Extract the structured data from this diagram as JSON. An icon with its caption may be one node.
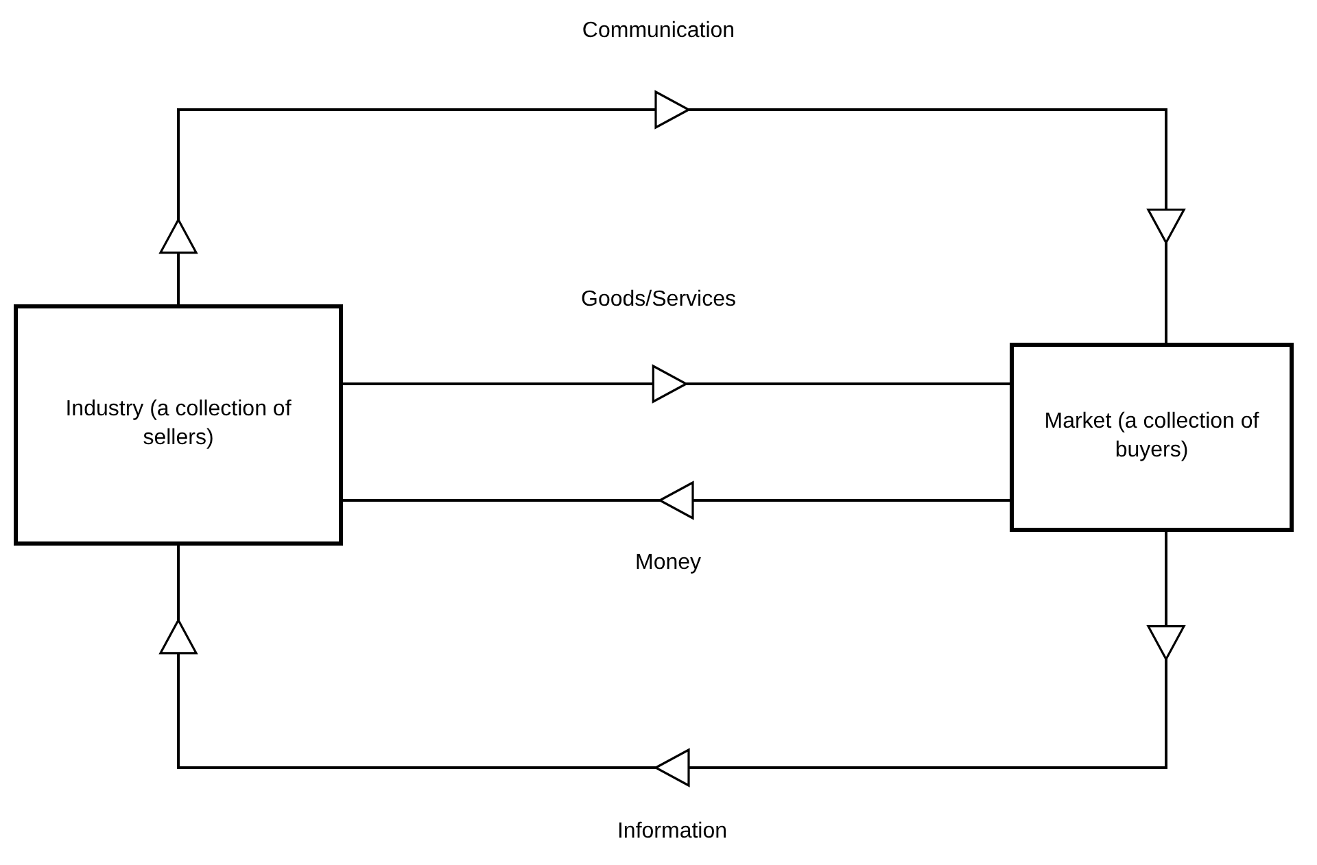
{
  "diagram": {
    "nodes": [
      {
        "text": [
          "Industry (a collection of sellers)"
        ]
      },
      {
        "text": [
          "Market (a collection of buyers)"
        ]
      }
    ],
    "edges": [
      {
        "from": 0,
        "to": 1,
        "arrow": "to",
        "label": "Communication"
      },
      {
        "from": 0,
        "to": 1,
        "arrow": "to",
        "label": "Goods/Services"
      },
      {
        "from": 1,
        "to": 0,
        "arrow": "to",
        "label": "Money"
      },
      {
        "from": 1,
        "to": 0,
        "arrow": "to",
        "label": "Information"
      }
    ]
  }
}
